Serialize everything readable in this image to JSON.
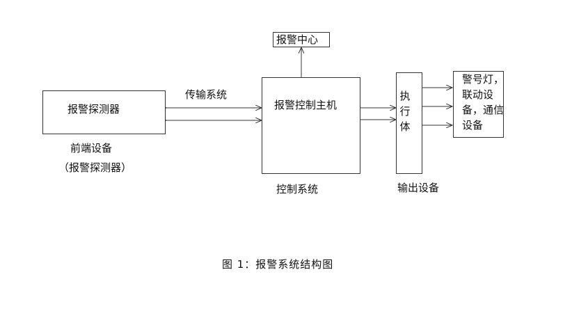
{
  "diagram": {
    "nodes": {
      "alarm_center": "报警中心",
      "detector": "报警探测器",
      "control_host": "报警控制主机",
      "executor": "执行体",
      "output_devices": "警号灯，联动设备，通信设备"
    },
    "labels": {
      "transmission": "传输系统",
      "front_end": "前端设备",
      "front_end_sub": "（报警探测器）",
      "control_system": "控制系统",
      "output_equipment": "输出设备"
    },
    "caption": "图 1：报警系统结构图"
  }
}
